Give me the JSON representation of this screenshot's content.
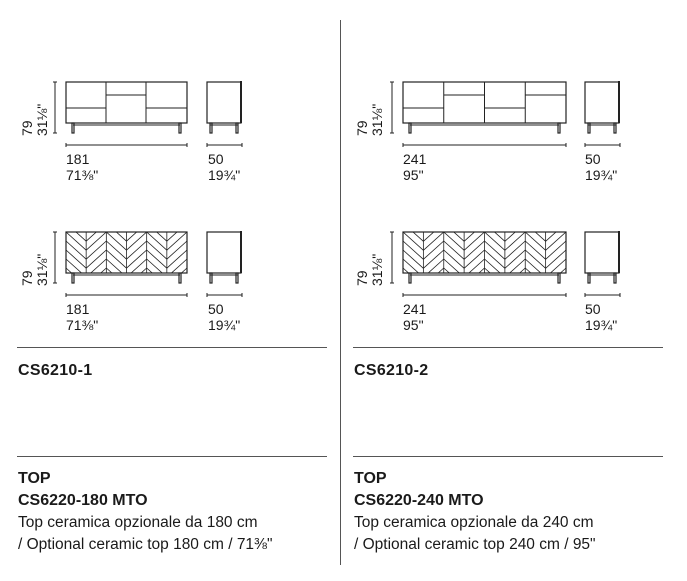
{
  "columns": [
    {
      "height_cm": "79",
      "height_in": "31⅛\"",
      "front_width_cm": "181",
      "front_width_in": "71⅜\"",
      "side_depth_cm": "50",
      "side_depth_in": "19¾\"",
      "code": "CS6210-1",
      "top_heading": "TOP",
      "top_code": "CS6220-180 MTO",
      "desc_it": "Top ceramica opzionale da 180 cm",
      "desc_en": "/ Optional ceramic top 180 cm / 71⅜\""
    },
    {
      "height_cm": "79",
      "height_in": "31⅛\"",
      "front_width_cm": "241",
      "front_width_in": "95\"",
      "side_depth_cm": "50",
      "side_depth_in": "19¾\"",
      "code": "CS6210-2",
      "top_heading": "TOP",
      "top_code": "CS6220-240 MTO",
      "desc_it": "Top ceramica opzionale da 240 cm",
      "desc_en": "/ Optional ceramic top 240 cm / 95\""
    }
  ]
}
